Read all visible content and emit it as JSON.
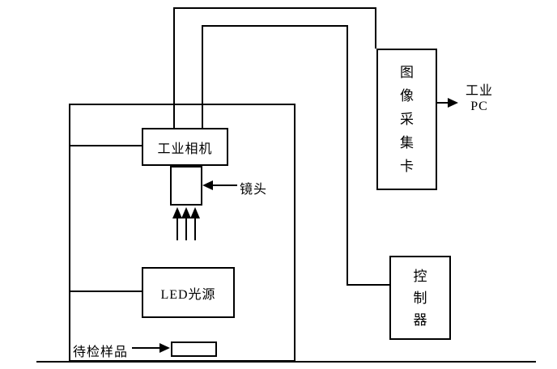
{
  "diagram": {
    "camera_label": "工业相机",
    "lens_label": "镜头",
    "led_label": "LED光源",
    "sample_label": "待检样品",
    "capture_card_label": "图像采集卡",
    "controller_label": "控制器",
    "pc_label_line1": "工业",
    "pc_label_line2": "PC",
    "colors": {
      "line": "#000000",
      "background": "#ffffff",
      "text": "#000000"
    }
  }
}
